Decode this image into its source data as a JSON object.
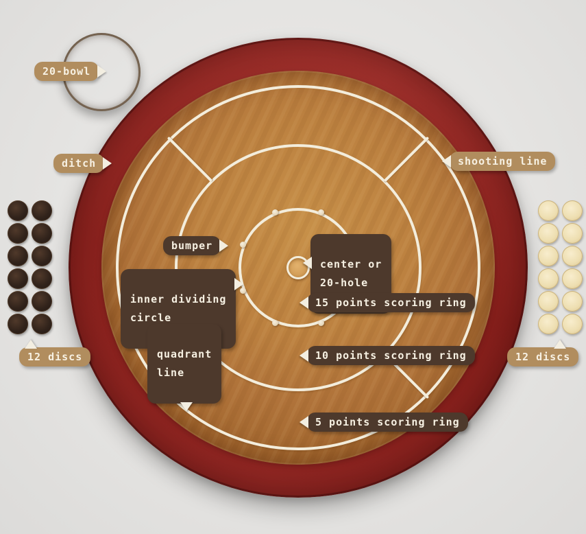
{
  "colors": {
    "background": "#e6e5e3",
    "pill_tan": "#b18d5e",
    "pill_dark": "#4d392c",
    "pill_text": "#f7f1e3",
    "arrow": "#f3eee1",
    "ditch_red": "#992622",
    "wood": "#b5793a",
    "line_white": "#f3eddc",
    "disc_dark": "#2c201a",
    "disc_light": "#efe0b4"
  },
  "labels": {
    "bowl": "20-bowl",
    "ditch": "ditch",
    "shooting_line": "shooting line",
    "bumper": "bumper",
    "center_hole": "center or\n20-hole",
    "inner_dividing_circle": "inner dividing\ncircle",
    "quadrant_line": "quadrant\nline",
    "ring_15": "15 points scoring ring",
    "ring_10": "10 points scoring ring",
    "ring_5": "5 points scoring ring",
    "discs_left": "12 discs",
    "discs_right": "12 discs"
  },
  "discs": {
    "left": {
      "count": 12,
      "color": "dark"
    },
    "right": {
      "count": 12,
      "color": "light"
    }
  }
}
